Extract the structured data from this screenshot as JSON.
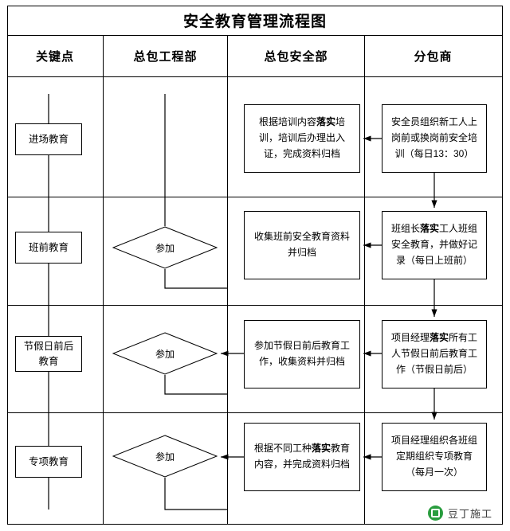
{
  "diagram": {
    "title": "安全教育管理流程图",
    "columns": [
      {
        "id": "key-point",
        "label": "关键点"
      },
      {
        "id": "general-engineering",
        "label": "总包工程部"
      },
      {
        "id": "general-safety",
        "label": "总包安全部"
      },
      {
        "id": "subcontractor",
        "label": "分包商"
      }
    ],
    "rows": [
      {
        "key_point": "进场教育",
        "engineering": null,
        "safety": "根据培训内容落实培训，培训后办理出入证，完成资料归档",
        "safety_parts": [
          {
            "text": "根据培训内容",
            "bold": false
          },
          {
            "text": "落实",
            "bold": true
          },
          {
            "text": "培训，培训后办理出入证，完成资料归档",
            "bold": false
          }
        ],
        "subcontractor": "安全员组织新工人上岗前或换岗前安全培训（每日13：30）",
        "subcontractor_parts": [
          {
            "text": "安全员组织新工人上岗前或换岗前安全培训（每日13：30）",
            "bold": false
          }
        ]
      },
      {
        "key_point": "班前教育",
        "engineering": "参加",
        "safety": "收集班前安全教育资料并归档",
        "safety_parts": [
          {
            "text": "收集班前安全教育资料并归档",
            "bold": false
          }
        ],
        "subcontractor": "班组长落实工人班组安全教育，并做好记录（每日上班前）",
        "subcontractor_parts": [
          {
            "text": "班组长",
            "bold": false
          },
          {
            "text": "落实",
            "bold": true
          },
          {
            "text": "工人班组安全教育，并做好记录（每日上班前）",
            "bold": false
          }
        ]
      },
      {
        "key_point": "节假日前后教育",
        "engineering": "参加",
        "safety": "参加节假日前后教育工作，收集资料并归档",
        "safety_parts": [
          {
            "text": "参加节假日前后教育工作，收集资料并归档",
            "bold": false
          }
        ],
        "subcontractor": "项目经理落实所有工人节假日前后教育工作（节假日前后）",
        "subcontractor_parts": [
          {
            "text": "项目经理",
            "bold": false
          },
          {
            "text": "落实",
            "bold": true
          },
          {
            "text": "所有工人节假日前后教育工作（节假日前后）",
            "bold": false
          }
        ]
      },
      {
        "key_point": "专项教育",
        "engineering": "参加",
        "safety": "根据不同工种落实教育内容，并完成资料归档",
        "safety_parts": [
          {
            "text": "根据不同工种",
            "bold": false
          },
          {
            "text": "落实",
            "bold": true
          },
          {
            "text": "教育内容，并完成资料归档",
            "bold": false
          }
        ],
        "subcontractor": "项目经理组织各班组定期组织专项教育（每月一次）",
        "subcontractor_parts": [
          {
            "text": "项目经理组织各班组定期组织专项教育（每月一次）",
            "bold": false
          }
        ]
      }
    ]
  },
  "footer": {
    "watermark": "豆丁施工",
    "logo_icon": "green-circle-logo-icon",
    "brand_color": "#2a9d3f"
  }
}
